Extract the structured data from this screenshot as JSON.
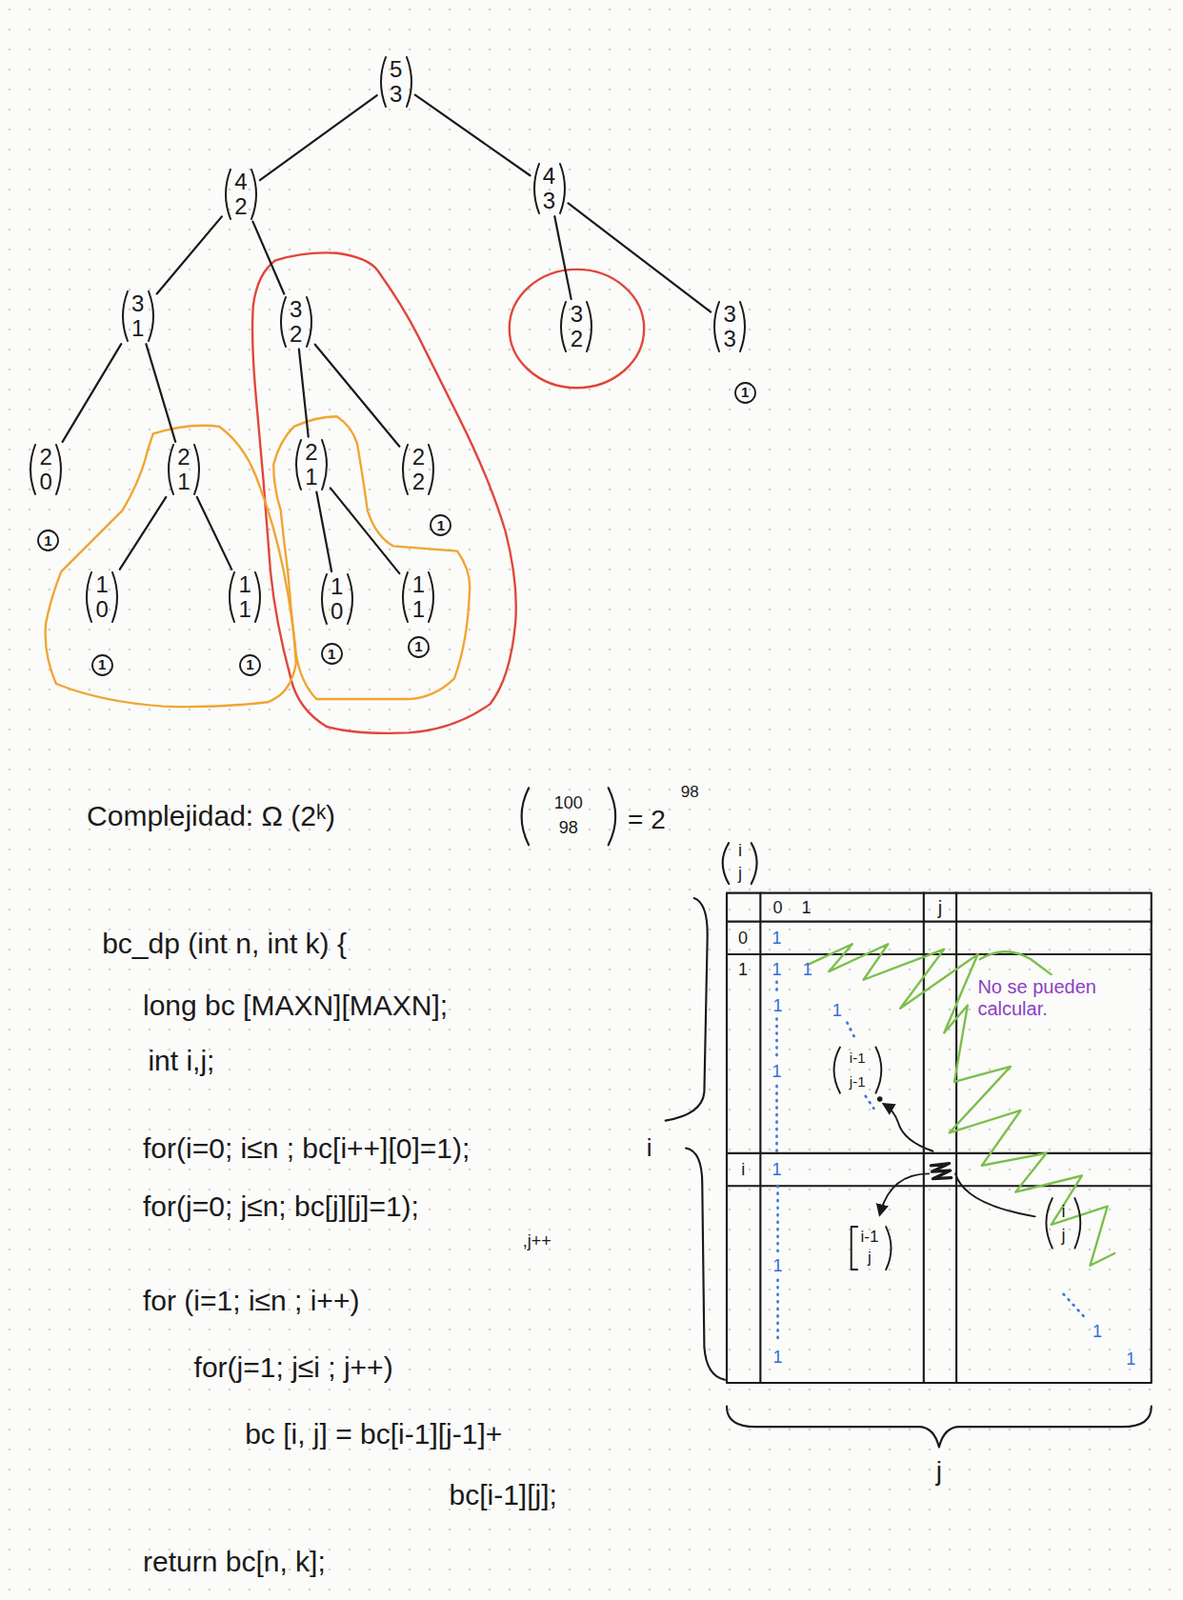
{
  "diagram": {
    "nodes": [
      {
        "text": [
          "5",
          "3"
        ]
      },
      {
        "text": [
          "4",
          "2"
        ]
      },
      {
        "text": [
          "4",
          "3"
        ]
      },
      {
        "text": [
          "3",
          "1"
        ]
      },
      {
        "text": [
          "3",
          "2"
        ]
      },
      {
        "text": [
          "3",
          "2"
        ]
      },
      {
        "text": [
          "3",
          "3"
        ]
      },
      {
        "text": [
          "2",
          "0"
        ]
      },
      {
        "text": [
          "2",
          "1"
        ]
      },
      {
        "text": [
          "2",
          "1"
        ]
      },
      {
        "text": [
          "2",
          "2"
        ]
      },
      {
        "text": [
          "1",
          "0"
        ]
      },
      {
        "text": [
          "1",
          "1"
        ]
      },
      {
        "text": [
          "1",
          "0"
        ]
      },
      {
        "text": [
          "1",
          "1"
        ]
      },
      {
        "text": [
          "1"
        ]
      },
      {
        "text": [
          "1"
        ]
      },
      {
        "text": [
          "1"
        ]
      },
      {
        "text": [
          "1"
        ]
      },
      {
        "text": [
          "1"
        ]
      },
      {
        "text": [
          "1"
        ]
      },
      {
        "text": [
          "1"
        ]
      }
    ],
    "edges": [
      {
        "from": 0,
        "to": 1,
        "arrow": "none"
      },
      {
        "from": 0,
        "to": 2,
        "arrow": "none"
      },
      {
        "from": 1,
        "to": 3,
        "arrow": "none"
      },
      {
        "from": 1,
        "to": 4,
        "arrow": "none"
      },
      {
        "from": 2,
        "to": 5,
        "arrow": "none"
      },
      {
        "from": 2,
        "to": 6,
        "arrow": "none"
      },
      {
        "from": 3,
        "to": 7,
        "arrow": "none"
      },
      {
        "from": 3,
        "to": 8,
        "arrow": "none"
      },
      {
        "from": 4,
        "to": 9,
        "arrow": "none"
      },
      {
        "from": 4,
        "to": 10,
        "arrow": "none"
      },
      {
        "from": 8,
        "to": 11,
        "arrow": "none"
      },
      {
        "from": 8,
        "to": 12,
        "arrow": "none"
      },
      {
        "from": 9,
        "to": 13,
        "arrow": "none"
      },
      {
        "from": 9,
        "to": 14,
        "arrow": "none"
      }
    ],
    "labels": [
      "Complejidad: Ω (2ᵏ)",
      "100",
      "98",
      "= 2",
      "98",
      "i",
      "j",
      "0",
      "1",
      "j",
      "0",
      "1",
      "i",
      "1",
      "1",
      "1",
      "1",
      "1",
      "1",
      "1",
      "1",
      "1",
      "1",
      "1",
      "i-1",
      "j-1",
      "i-1",
      "j",
      "i",
      "j",
      "No se pueden calcular.",
      "i",
      "j",
      "bc_dp (int n, int k) {",
      "long bc [MAXN][MAXN];",
      "int i,j;",
      "for(i=0; i≤n ; bc[i++][0]=1);",
      "for(j=0; j≤n; bc[j][j]=1);",
      ",j++",
      "for (i=1; i≤n ; i++)",
      "for(j=1; j≤i ; j++)",
      "bc [i, j] = bc[i-1][j-1]+",
      "bc[i-1][j];",
      "return bc[n, k];"
    ]
  }
}
